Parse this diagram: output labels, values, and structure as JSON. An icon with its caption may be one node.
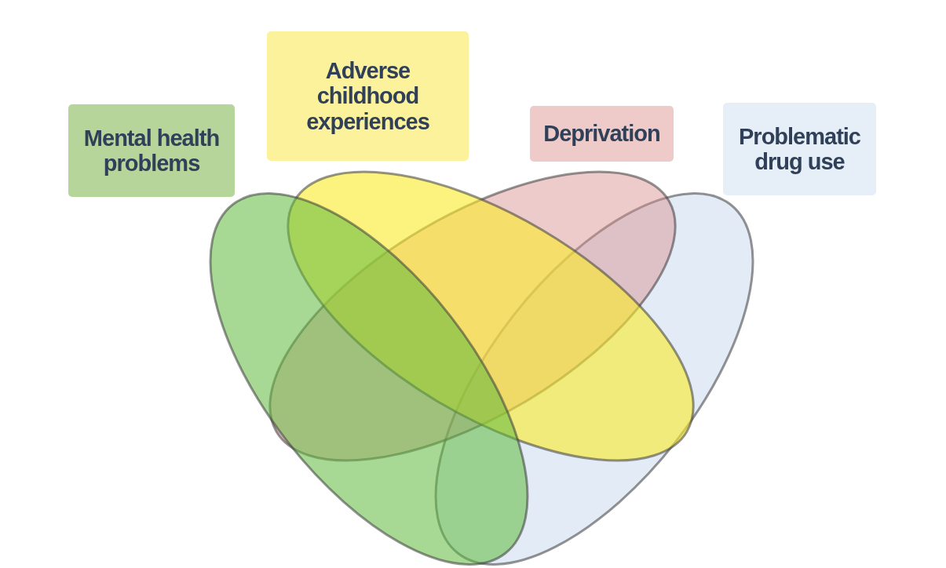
{
  "diagram": {
    "nodes": [
      {
        "text": [
          "Mental health problems"
        ]
      },
      {
        "text": [
          "Adverse childhood experiences"
        ]
      },
      {
        "text": [
          "Deprivation"
        ]
      },
      {
        "text": [
          "Problematic drug use"
        ]
      }
    ]
  }
}
